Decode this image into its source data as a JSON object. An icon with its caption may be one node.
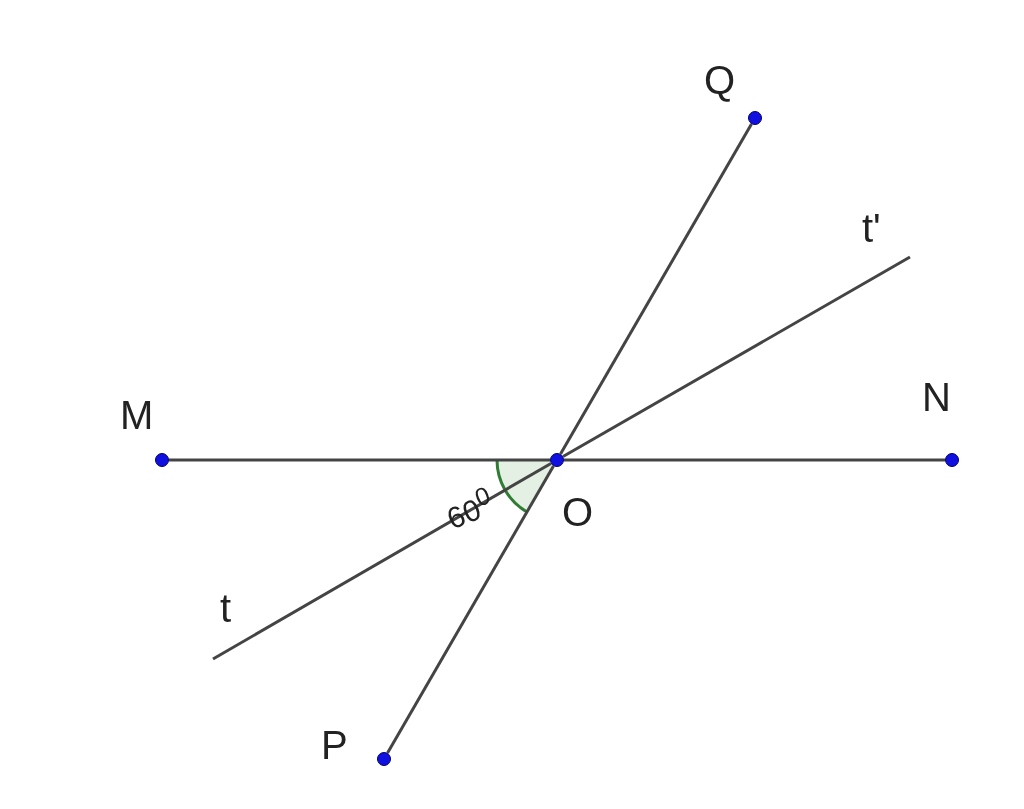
{
  "diagram": {
    "nodes": [
      {
        "text": [
          "M"
        ]
      },
      {
        "text": [
          "N"
        ]
      },
      {
        "text": [
          "O"
        ]
      },
      {
        "text": [
          "P"
        ]
      },
      {
        "text": [
          "Q"
        ]
      },
      {
        "text": [
          "t"
        ]
      },
      {
        "text": [
          "t'"
        ]
      }
    ],
    "edges": [
      {
        "from": 0,
        "to": 2,
        "arrow": "none"
      },
      {
        "from": 2,
        "to": 1,
        "arrow": "none"
      },
      {
        "from": 3,
        "to": 2,
        "arrow": "none"
      },
      {
        "from": 2,
        "to": 4,
        "arrow": "none"
      },
      {
        "from": 5,
        "to": 2,
        "arrow": "none"
      },
      {
        "from": 2,
        "to": 6,
        "arrow": "none"
      }
    ],
    "labels": [
      "60$^{0}$"
    ]
  }
}
